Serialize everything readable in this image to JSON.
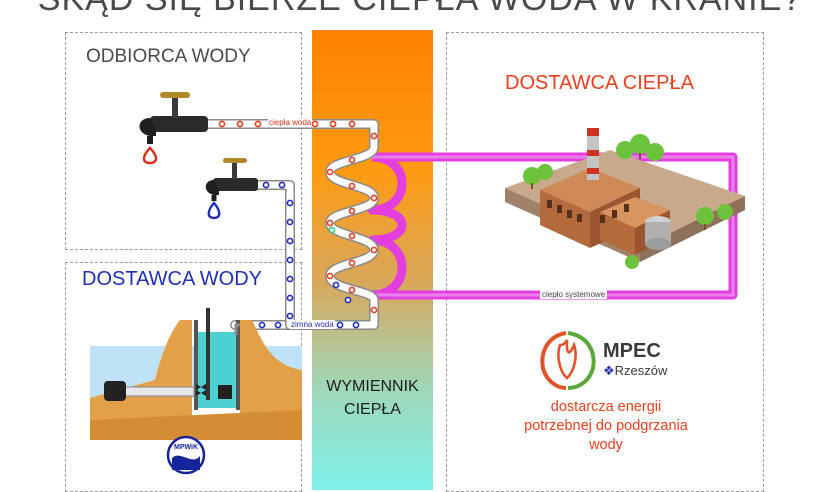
{
  "page_title": "SKĄD SIĘ BIERZE CIEPŁA WODA W KRANIE?",
  "sections": {
    "consumer": {
      "label": "ODBIORCA WODY"
    },
    "water_supplier": {
      "label": "DOSTAWCA WODY",
      "logo_text": "MPWiK"
    },
    "exchanger": {
      "label_line1": "WYMIENNIK",
      "label_line2": "CIEPŁA"
    },
    "heat_supplier": {
      "label": "DOSTAWCA CIEPŁA",
      "logo_name": "MPEC",
      "logo_city": "Rzeszów",
      "desc_line1": "dostarcza energii",
      "desc_line2": "potrzebnej do podgrzania",
      "desc_line3": "wody"
    }
  },
  "pipes": {
    "hot_water": "ciepła woda",
    "cold_water": "zimna woda",
    "district_heat": "ciepło systemowe"
  },
  "colors": {
    "hot_accent": "#e8401c",
    "cold_accent": "#1f2fb8",
    "district_pipe": "#e23ee0",
    "exchanger_top": "#ff8a00",
    "exchanger_bottom": "#7ff2ea"
  }
}
